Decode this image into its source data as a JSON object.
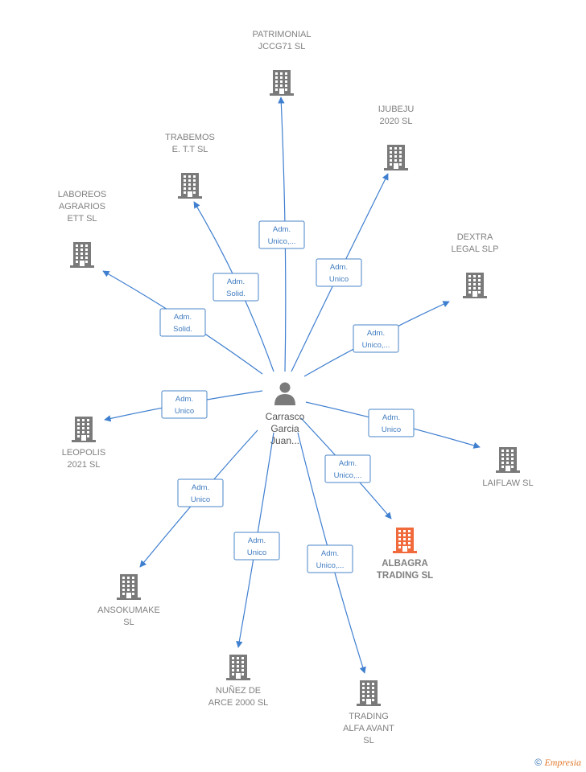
{
  "center": {
    "lines": [
      "Carrasco",
      "Garcia",
      "Juan..."
    ]
  },
  "colors": {
    "edge": "#3f7fd0",
    "building": "#7a7a7a",
    "highlight": "#f06a3c"
  },
  "nodes": [
    {
      "id": "patrimonial",
      "lines": [
        "PATRIMONIAL",
        "JCCG71  SL"
      ]
    },
    {
      "id": "ijubeju",
      "lines": [
        "IJUBEJU",
        "2020  SL"
      ]
    },
    {
      "id": "trabemos",
      "lines": [
        "TRABEMOS",
        "E. T.T  SL"
      ]
    },
    {
      "id": "laboreos",
      "lines": [
        "LABOREOS",
        "AGRARIOS",
        "ETT  SL"
      ]
    },
    {
      "id": "dextra",
      "lines": [
        "DEXTRA",
        "LEGAL SLP"
      ]
    },
    {
      "id": "leopolis",
      "lines": [
        "LEOPOLIS",
        "2021  SL"
      ]
    },
    {
      "id": "laiflaw",
      "lines": [
        "LAIFLAW  SL"
      ]
    },
    {
      "id": "albagra",
      "lines": [
        "ALBAGRA",
        "TRADING  SL"
      ],
      "highlight": true
    },
    {
      "id": "ansokumake",
      "lines": [
        "ANSOKUMAKE",
        "SL"
      ]
    },
    {
      "id": "nunez",
      "lines": [
        "NUÑEZ DE",
        "ARCE 2000 SL"
      ]
    },
    {
      "id": "trading",
      "lines": [
        "TRADING",
        "ALFA AVANT",
        "SL"
      ]
    }
  ],
  "edges": [
    {
      "to": "patrimonial",
      "label": [
        "Adm.",
        "Unico,..."
      ]
    },
    {
      "to": "ijubeju",
      "label": [
        "Adm.",
        "Unico"
      ]
    },
    {
      "to": "trabemos",
      "label": [
        "Adm.",
        "Solid."
      ]
    },
    {
      "to": "laboreos",
      "label": [
        "Adm.",
        "Solid."
      ]
    },
    {
      "to": "dextra",
      "label": [
        "Adm.",
        "Unico,..."
      ]
    },
    {
      "to": "leopolis",
      "label": [
        "Adm.",
        "Unico"
      ]
    },
    {
      "to": "laiflaw",
      "label": [
        "Adm.",
        "Unico"
      ]
    },
    {
      "to": "albagra",
      "label": [
        "Adm.",
        "Unico,..."
      ]
    },
    {
      "to": "ansokumake",
      "label": [
        "Adm.",
        "Unico"
      ]
    },
    {
      "to": "nunez",
      "label": [
        "Adm.",
        "Unico"
      ]
    },
    {
      "to": "trading",
      "label": [
        "Adm.",
        "Unico,..."
      ]
    }
  ],
  "footer": {
    "copyright": "©",
    "brand": "Empresia"
  }
}
